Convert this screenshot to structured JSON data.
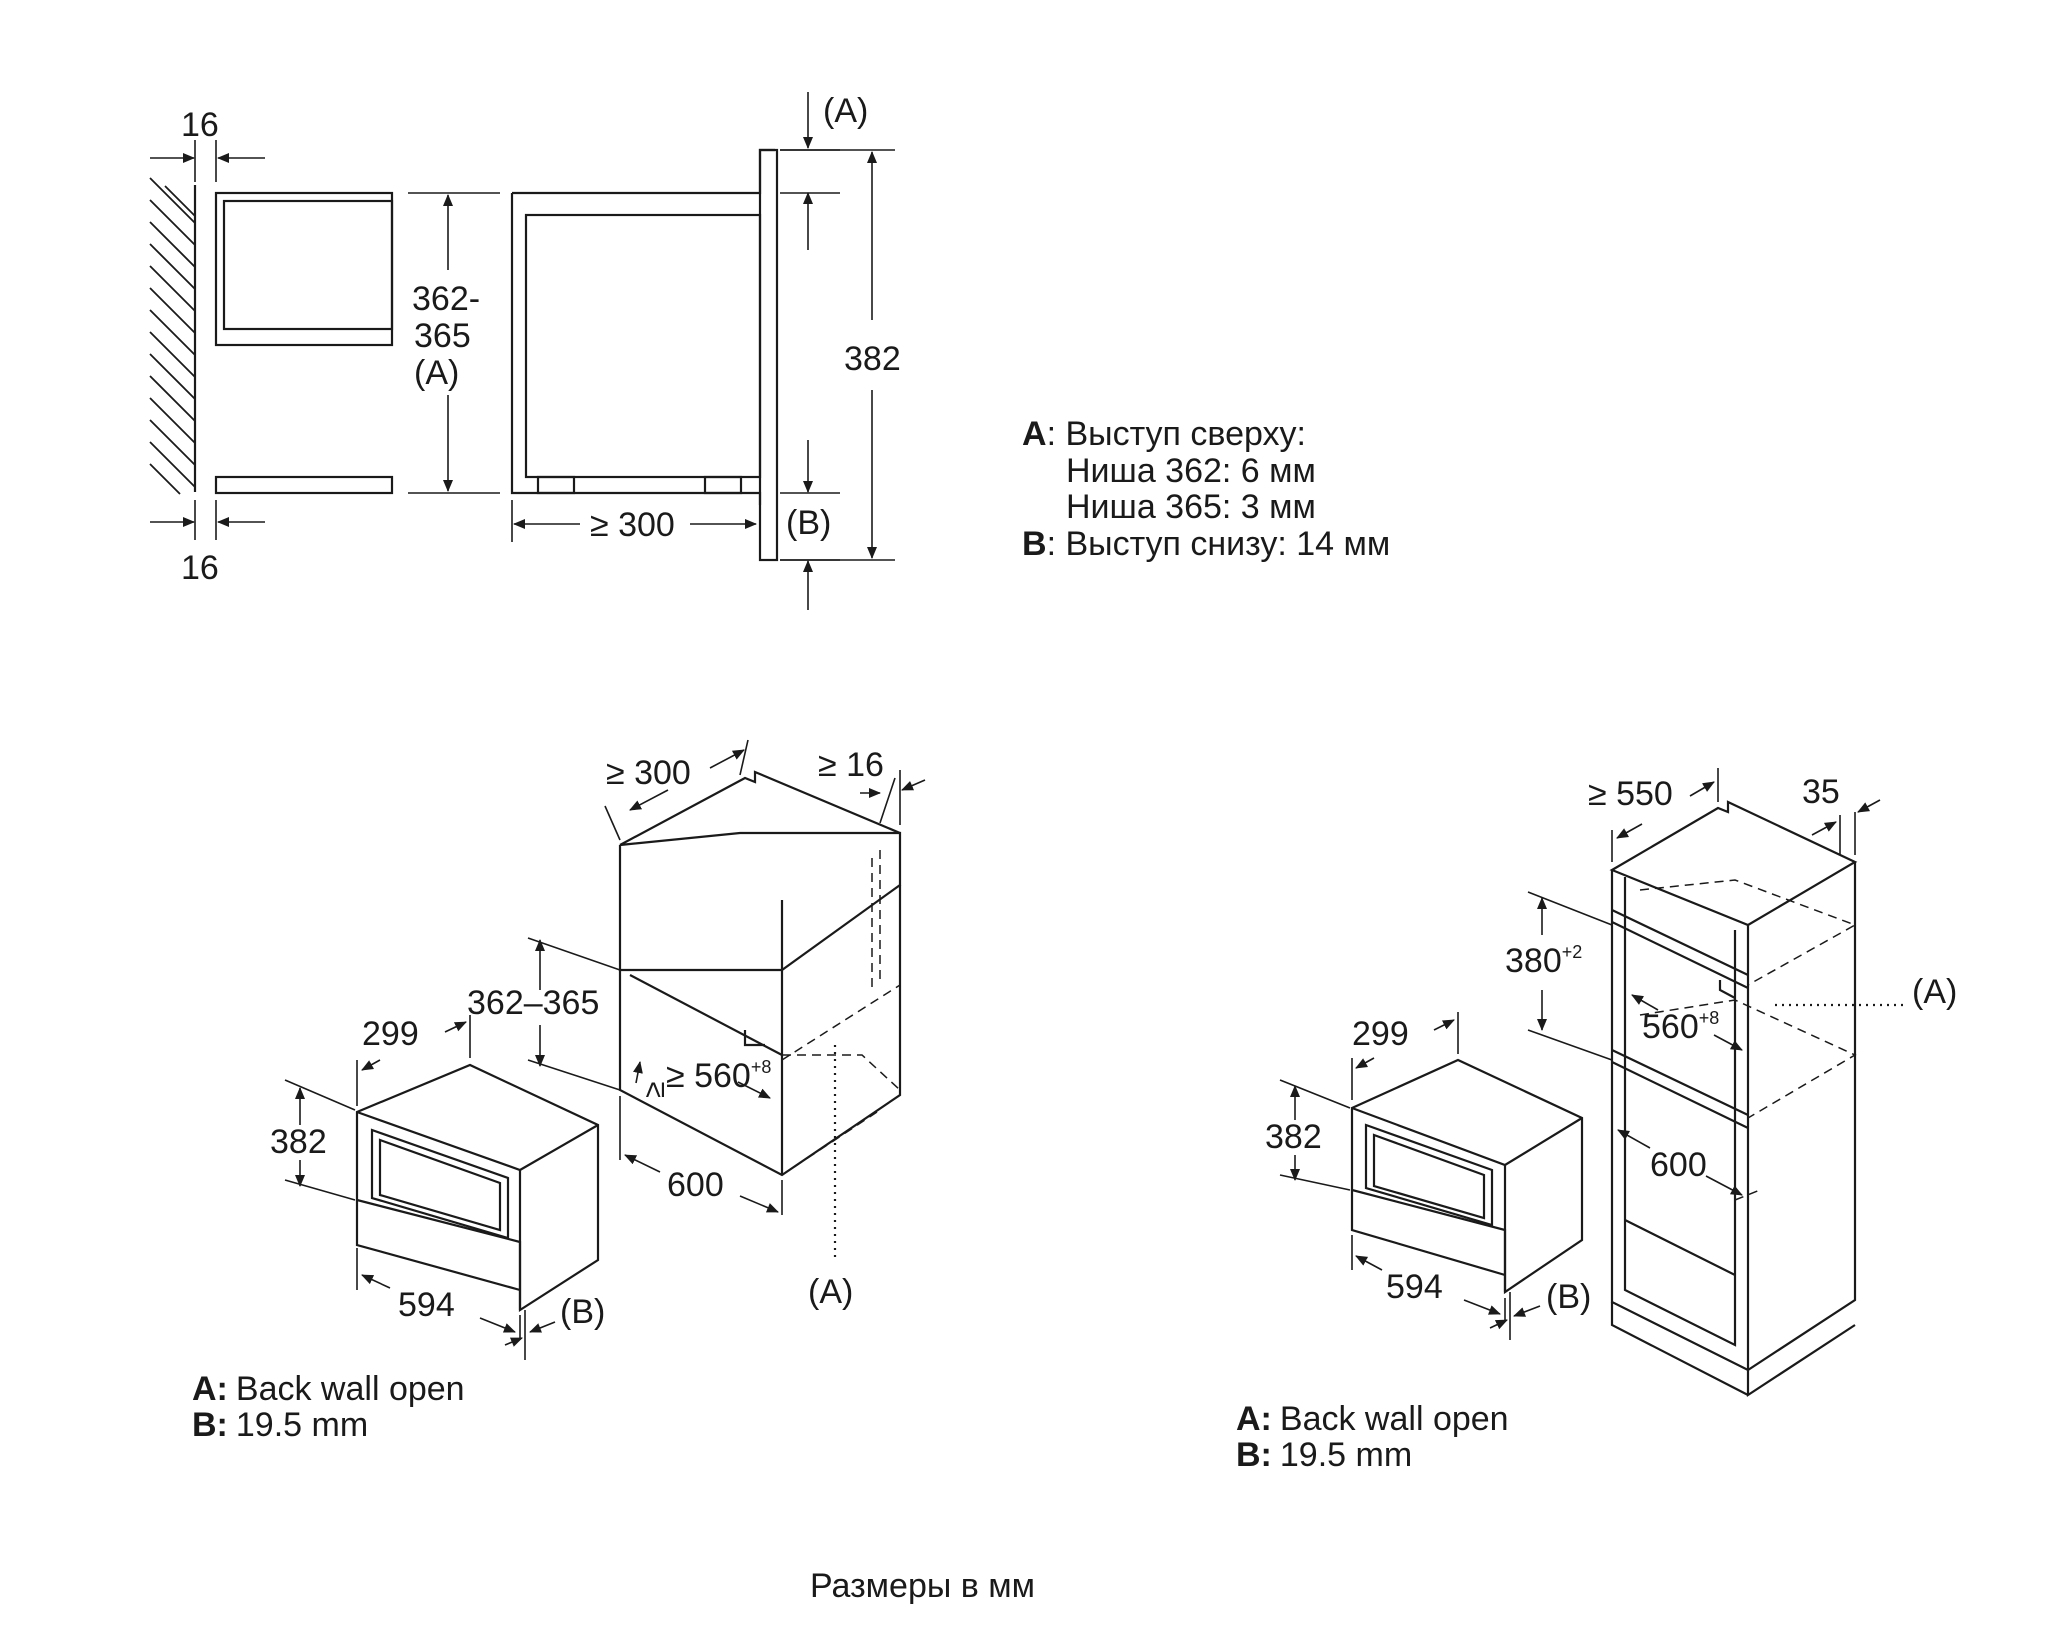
{
  "top_section": {
    "dims": {
      "gap_top": "16",
      "gap_bottom": "16",
      "niche_height_1": "362-",
      "niche_height_2": "365",
      "niche_height_3": "(A)",
      "depth": "≥ 300",
      "height": "382",
      "marker_a": "(A)",
      "marker_b": "(B)"
    },
    "legend": {
      "a_key": "A",
      "a_text": ": Выступ сверху:",
      "a_line2": "Ниша 362: 6 мм",
      "a_line3": "Ниша 365: 3 мм",
      "b_key": "B",
      "b_text": ": Выступ снизу: 14 мм"
    }
  },
  "left_section": {
    "dims": {
      "cab_depth": "≥ 300",
      "cab_side": "≥ 16",
      "niche_height": "362–365",
      "niche_width": "≥ 560",
      "niche_width_sup": "+8",
      "cab_width": "600",
      "dev_depth": "299",
      "dev_height": "382",
      "dev_width": "594",
      "marker_a": "(A)",
      "marker_b": "(B)"
    },
    "legend": {
      "a_key": "A:",
      "a_text": "Back wall open",
      "b_key": "B:",
      "b_text": "19.5 mm"
    }
  },
  "right_section": {
    "dims": {
      "cab_depth": "≥ 550",
      "cab_side": "35",
      "niche_height": "380",
      "niche_height_sup": "+2",
      "niche_width": "560",
      "niche_width_sup": "+8",
      "cab_width": "600",
      "dev_depth": "299",
      "dev_height": "382",
      "dev_width": "594",
      "marker_a": "(A)",
      "marker_b": "(B)"
    },
    "legend": {
      "a_key": "A:",
      "a_text": "Back wall open",
      "b_key": "B:",
      "b_text": "19.5 mm"
    }
  },
  "footer": "Размеры в мм"
}
